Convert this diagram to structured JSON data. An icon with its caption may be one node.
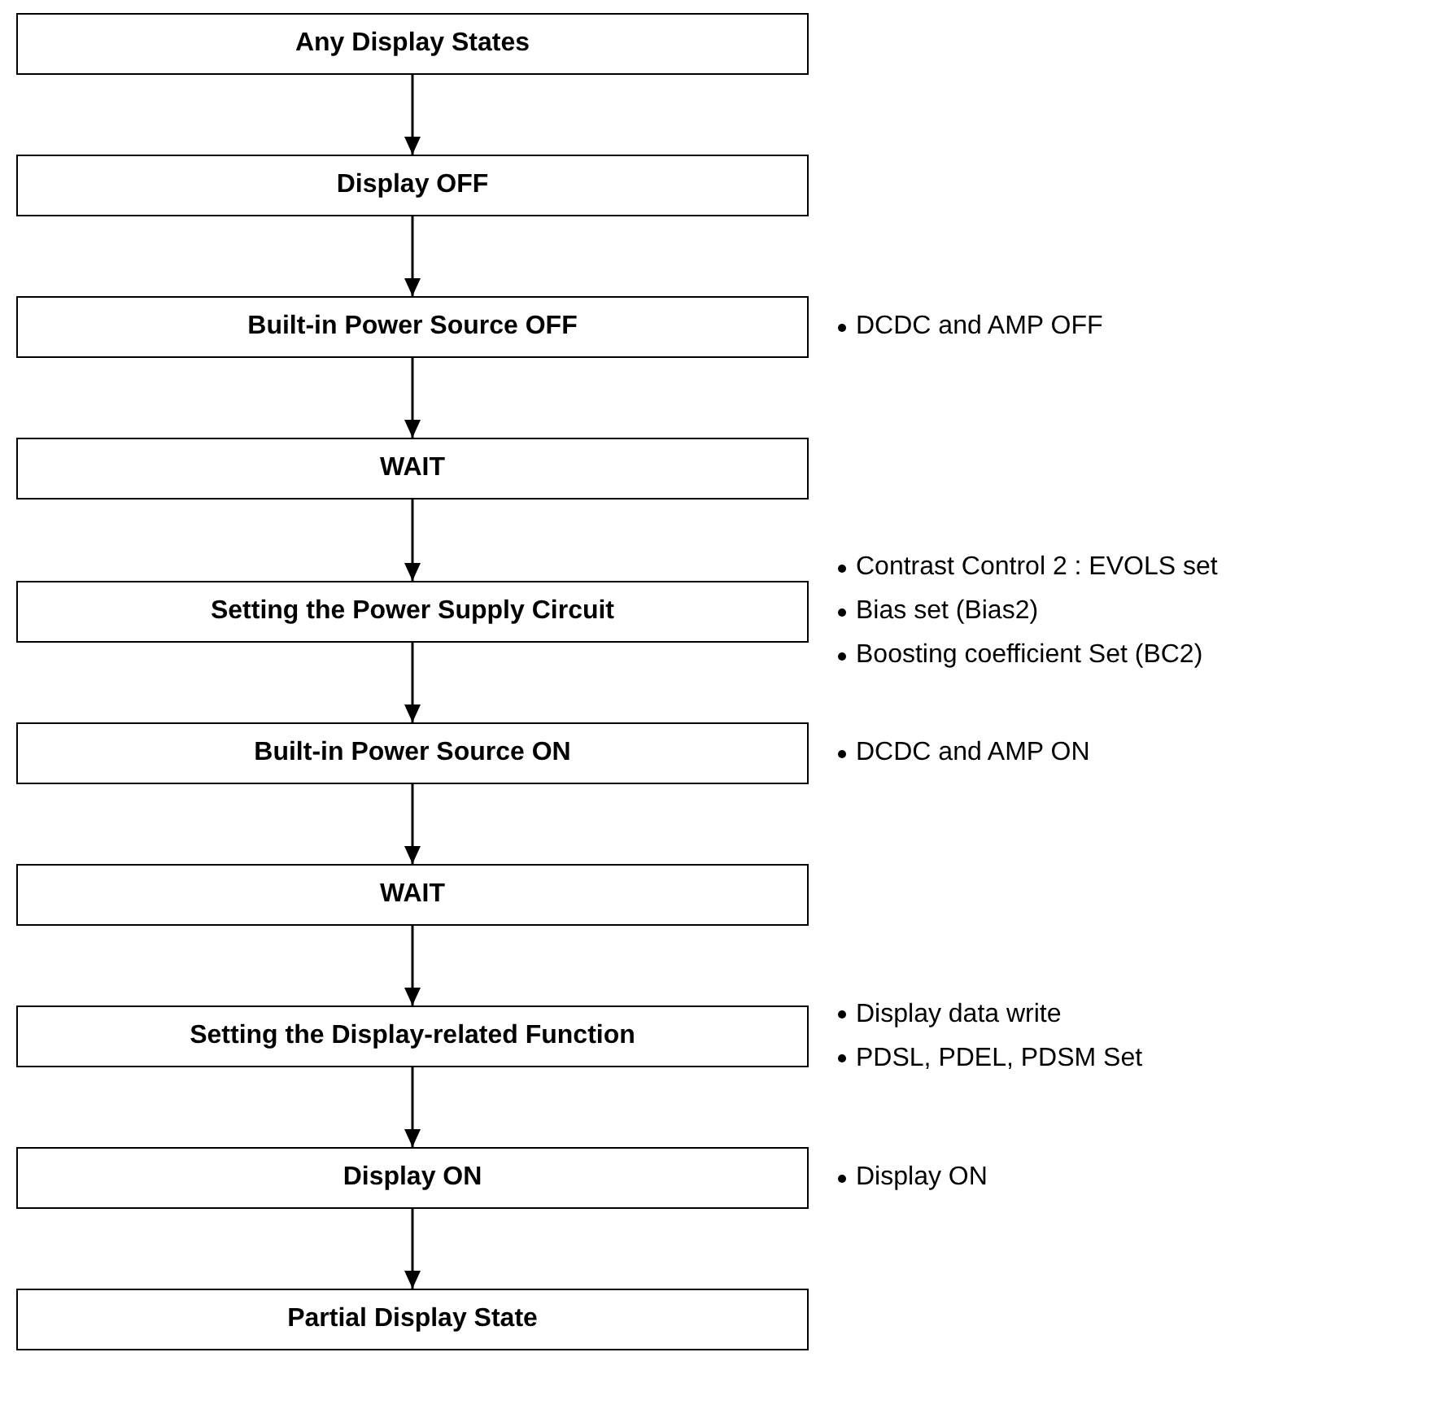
{
  "diagram": {
    "nodes": [
      {
        "text": [
          "Any Display States"
        ]
      },
      {
        "text": [
          "Display OFF"
        ]
      },
      {
        "text": [
          "Built-in Power Source OFF"
        ],
        "beside": [
          "DCDC and AMP OFF"
        ]
      },
      {
        "text": [
          "WAIT"
        ]
      },
      {
        "text": [
          "Setting the Power Supply Circuit"
        ],
        "beside": [
          "Contrast Control 2 : EVOLS set",
          "Bias set (Bias2)",
          "Boosting coefficient Set (BC2)"
        ]
      },
      {
        "text": [
          "Built-in Power Source ON"
        ],
        "beside": [
          "DCDC and AMP ON"
        ]
      },
      {
        "text": [
          "WAIT"
        ]
      },
      {
        "text": [
          "Setting the Display-related Function"
        ],
        "beside": [
          "Display data write",
          "PDSL, PDEL, PDSM Set"
        ]
      },
      {
        "text": [
          "Display ON"
        ],
        "beside": [
          "Display ON"
        ]
      },
      {
        "text": [
          "Partial Display State"
        ]
      }
    ],
    "edges": [
      {
        "from": 0,
        "to": 1,
        "arrow": "to"
      },
      {
        "from": 1,
        "to": 2,
        "arrow": "to"
      },
      {
        "from": 2,
        "to": 3,
        "arrow": "to"
      },
      {
        "from": 3,
        "to": 4,
        "arrow": "to"
      },
      {
        "from": 4,
        "to": 5,
        "arrow": "to"
      },
      {
        "from": 5,
        "to": 6,
        "arrow": "to"
      },
      {
        "from": 6,
        "to": 7,
        "arrow": "to"
      },
      {
        "from": 7,
        "to": 8,
        "arrow": "to"
      },
      {
        "from": 8,
        "to": 9,
        "arrow": "to"
      }
    ]
  }
}
